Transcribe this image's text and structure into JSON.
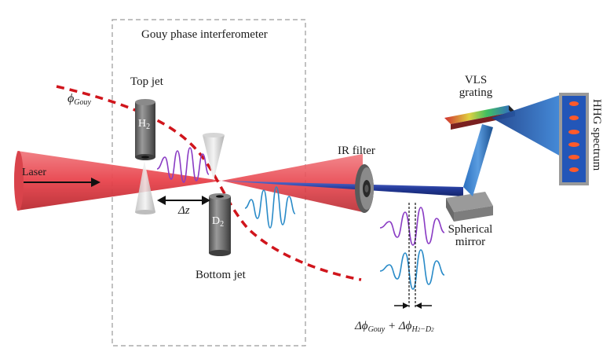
{
  "labels": {
    "box_title": "Gouy phase interferometer",
    "top_jet": "Top jet",
    "phi": "ϕ",
    "gouy_sub": "Gouy",
    "h": "H",
    "d": "D",
    "two": "2",
    "laser": "Laser",
    "delta_z": "Δz",
    "bottom_jet": "Bottom jet",
    "ir_filter": "IR filter",
    "vls_line1": "VLS",
    "vls_line2": "grating",
    "spherical_line1": "Spherical",
    "spherical_line2": "mirror",
    "hhg_spectrum": "HHG spectrum",
    "eq_delta_phi": "Δϕ",
    "eq_plus": " + Δϕ",
    "eq_sub2": "H",
    "eq_sub2_rest": "−D"
  },
  "colors": {
    "laser": "#e8434c",
    "xuv_beam": "#233a9a",
    "gouy_curve": "#d0151c",
    "purple_wave": "#8a3cc4",
    "blue_wave": "#2a8bc8",
    "box_border": "#9a9a9a",
    "jet": "#6e6e6e",
    "mirror": "#1d5ea8"
  }
}
